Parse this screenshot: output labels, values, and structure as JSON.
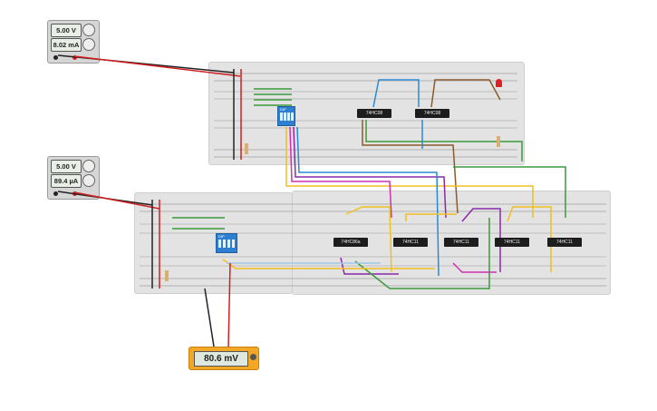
{
  "supplies": [
    {
      "voltage": "5.00 V",
      "current": "8.02 mA"
    },
    {
      "voltage": "5.00 V",
      "current": "89.4 µA"
    }
  ],
  "multimeter": {
    "reading": "80.6 mV"
  },
  "top_board": {
    "dip_label": "DIP",
    "chips": [
      "74HC08",
      "74HC08"
    ]
  },
  "bottom_board": {
    "dip_label": "DIP",
    "chips": [
      "74HC86a",
      "74HC11",
      "74HC11",
      "74HC11",
      "74HC11"
    ]
  },
  "colors": {
    "wire_red": "#d02020",
    "wire_black": "#222222",
    "wire_green": "#3a9a3a",
    "wire_blue": "#2a8ad8",
    "wire_yellow": "#f0c020",
    "wire_brown": "#8a5a2a",
    "wire_purple": "#8a2aaa",
    "wire_magenta": "#d030b0",
    "meter_body": "#f2a825",
    "dip_switch": "#2f7fd0",
    "breadboard": "#e3e3e3"
  }
}
